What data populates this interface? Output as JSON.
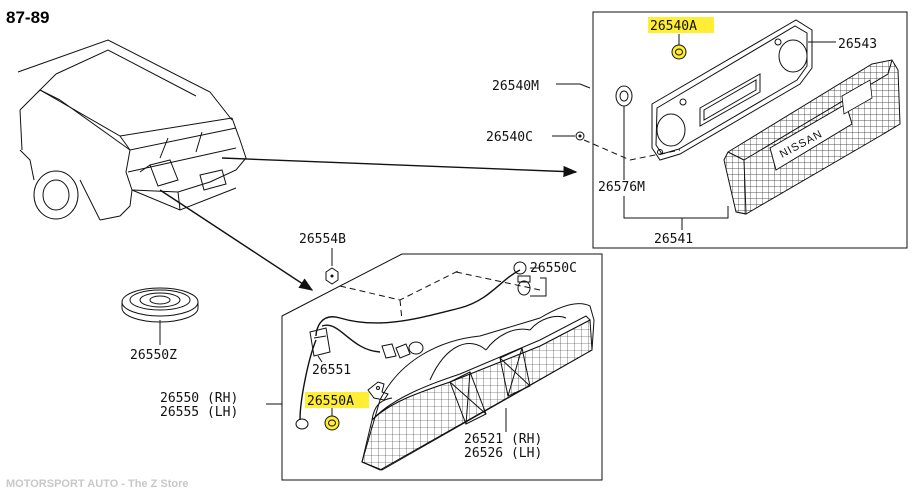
{
  "header": {
    "title": "87-89"
  },
  "footer": {
    "text": "MOTORSPORT AUTO - The Z Store"
  },
  "colors": {
    "highlight": "#ffee33",
    "line": "#111111",
    "footer": "#c8c8c8"
  },
  "parts": {
    "p26540A": "26540A",
    "p26543": "26543",
    "p26540M": "26540M",
    "p26540C": "26540C",
    "p26576M": "26576M",
    "p26541": "26541",
    "p26554B": "26554B",
    "p26550C": "26550C",
    "p26550Z": "26550Z",
    "p26551": "26551",
    "p26550A": "26550A",
    "p26550_rh": "26550 (RH)",
    "p26555_lh": "26555 (LH)",
    "p26521_rh": "26521 (RH)",
    "p26526_lh": "26526 (LH)"
  },
  "emblem_text": "NISSAN"
}
